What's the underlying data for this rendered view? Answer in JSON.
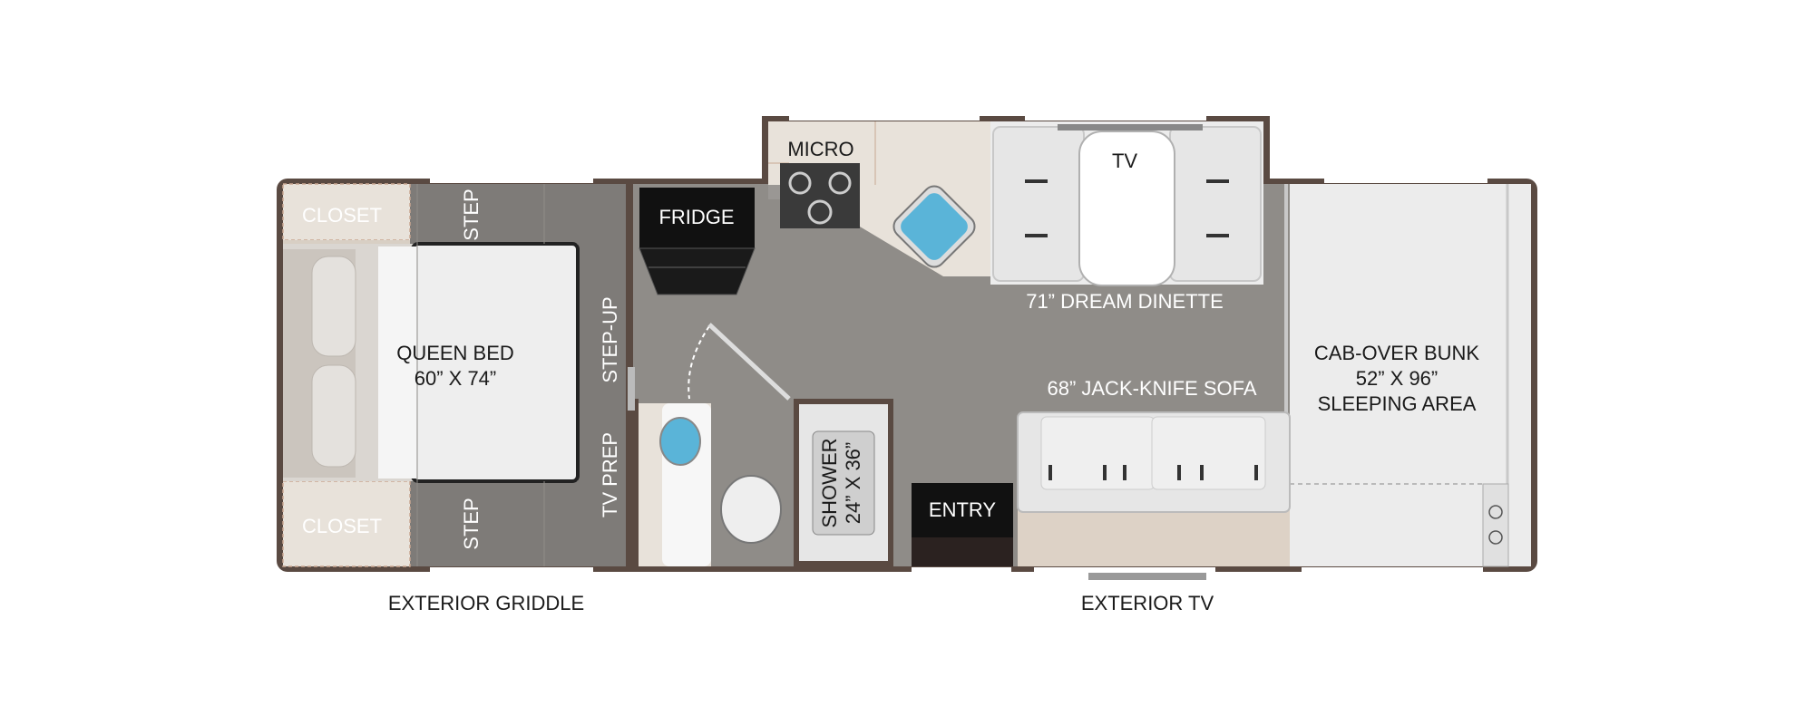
{
  "labels": {
    "micro": "MICRO",
    "tv": "TV",
    "closet_top": "CLOSET",
    "closet_bottom": "CLOSET",
    "step_top": "STEP",
    "step_bottom": "STEP",
    "fridge": "FRIDGE",
    "queen_bed": "QUEEN BED",
    "queen_bed_size": "60” X 74”",
    "step_up": "STEP-UP",
    "tv_prep": "TV PREP",
    "dinette": "71” DREAM DINETTE",
    "sofa": "68” JACK-KNIFE SOFA",
    "cab_over_1": "CAB-OVER BUNK",
    "cab_over_2": "52” X 96”",
    "cab_over_3": "SLEEPING AREA",
    "shower": "SHOWER",
    "shower_size": "24” X 36”",
    "entry": "ENTRY",
    "exterior_griddle": "EXTERIOR GRIDDLE",
    "exterior_tv": "EXTERIOR TV"
  },
  "colors": {
    "wall": "#5a4a42",
    "floor": "#8f8c88",
    "bedroom_floor": "#7e7b78",
    "cabinet": "#e8e2da",
    "fridge": "#111111",
    "water": "#5ab4d8",
    "upholstery": "#e6e6e6",
    "cab_over": "#ececec"
  },
  "icons": {
    "stove": "stove-burner-icon",
    "sink": "sink-icon",
    "toilet": "toilet-icon",
    "bathroom_sink": "bathroom-sink-icon"
  }
}
